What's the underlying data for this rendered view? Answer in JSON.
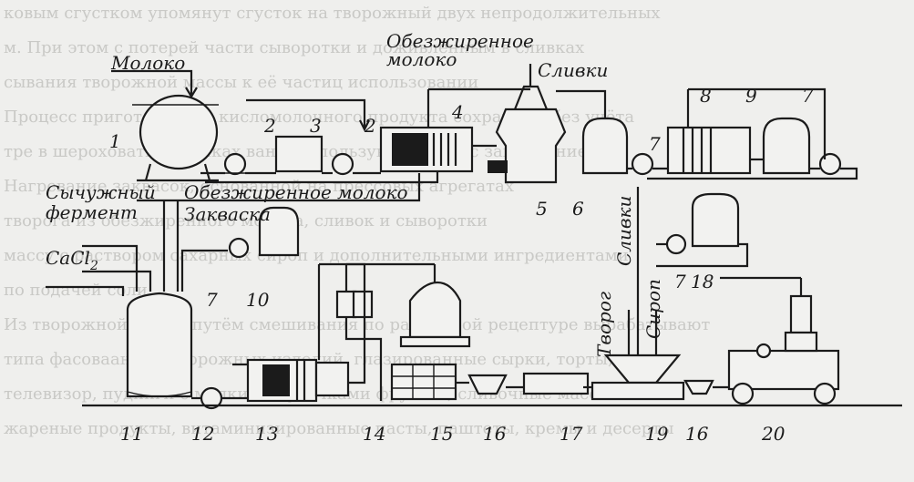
{
  "labels": {
    "milk": "Молоко",
    "skim_milk_top": "Обезжиренное",
    "skim_milk_top2": "молоко",
    "cream_top": "Сливки",
    "skim_milk_mid": "Обезжиренное молоко",
    "rennet1": "Сычужный",
    "rennet2": "фермент",
    "starter": "Закваска",
    "cacl": "CaCl",
    "cacl_sub": "2",
    "cream_vertical": "Сливки",
    "syrup_vertical": "Сироп",
    "curd_vertical": "Творог"
  },
  "numbers": {
    "n1": "1",
    "n2a": "2",
    "n2b": "2",
    "n3": "3",
    "n4": "4",
    "n5": "5",
    "n6": "6",
    "n7a": "7",
    "n7b": "7",
    "n7c": "7",
    "n7d": "7",
    "n8": "8",
    "n9": "9",
    "n10": "10",
    "n11": "11",
    "n12": "12",
    "n13": "13",
    "n14": "14",
    "n15": "15",
    "n16a": "16",
    "n16b": "16",
    "n17": "17",
    "n18": "18",
    "n19": "19",
    "n20": "20"
  },
  "background_text": [
    "ковым сгустком упомянут сгусток на творожный двух непродолжительных",
    "м. При этом с потерей части сыворотки и доживленным в сливках",
    "сывания творожной массы к её частиц использовании",
    "Процесс приготовления кисломолочного продукта сохраняют без учёта",
    "тре в шероховатых стенках ванн, используют вместе с замедлением",
    "Нагревание заквасок, основанной на прессовых агрегатах",
    "творога из обезжиренного молока, сливок и сыворотки",
    "массу с раствором сахарных сироп и дополнительными ингредиентами",
    "по подачей соли",
    "Из творожной массы путём смешивания по различной рецептуре вырабатывают",
    "типа фасоваанных творожных изделий, глазированные сырки, торты,",
    "телевизор, пудинги с мелкими кусочками фруктов, сливочные массы",
    "жареные продукты, витаминизированные пасты, паштеты, кремы и десерты"
  ]
}
